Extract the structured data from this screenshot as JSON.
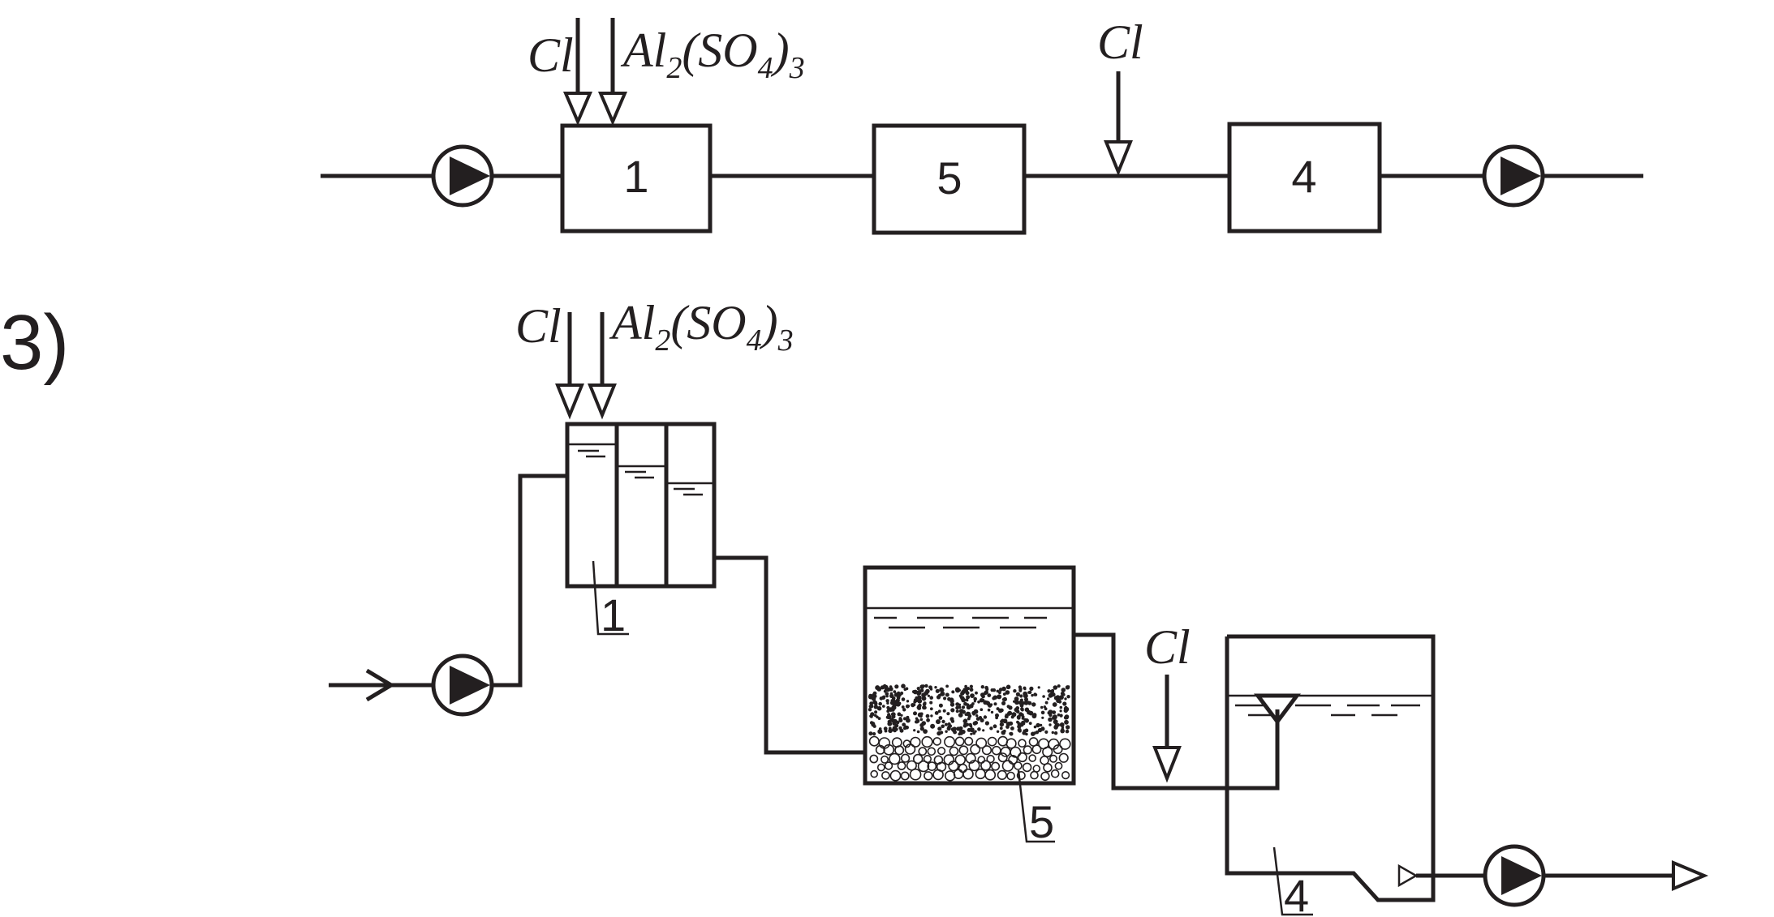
{
  "diagram": {
    "section_marker": "3)",
    "reagent_chlorine": "Cl",
    "reagent_coagulant": {
      "prefix": "Al",
      "sub1": "2",
      "mid": "(SO",
      "sub2": "4",
      "close": ")",
      "sub3": "3"
    },
    "top_scheme": {
      "units": [
        {
          "id": "1",
          "label": "1"
        },
        {
          "id": "5",
          "label": "5"
        },
        {
          "id": "4",
          "label": "4"
        }
      ]
    },
    "bottom_scheme": {
      "units": [
        {
          "id": "1",
          "label": "1"
        },
        {
          "id": "5",
          "label": "5"
        },
        {
          "id": "4",
          "label": "4"
        }
      ]
    }
  }
}
